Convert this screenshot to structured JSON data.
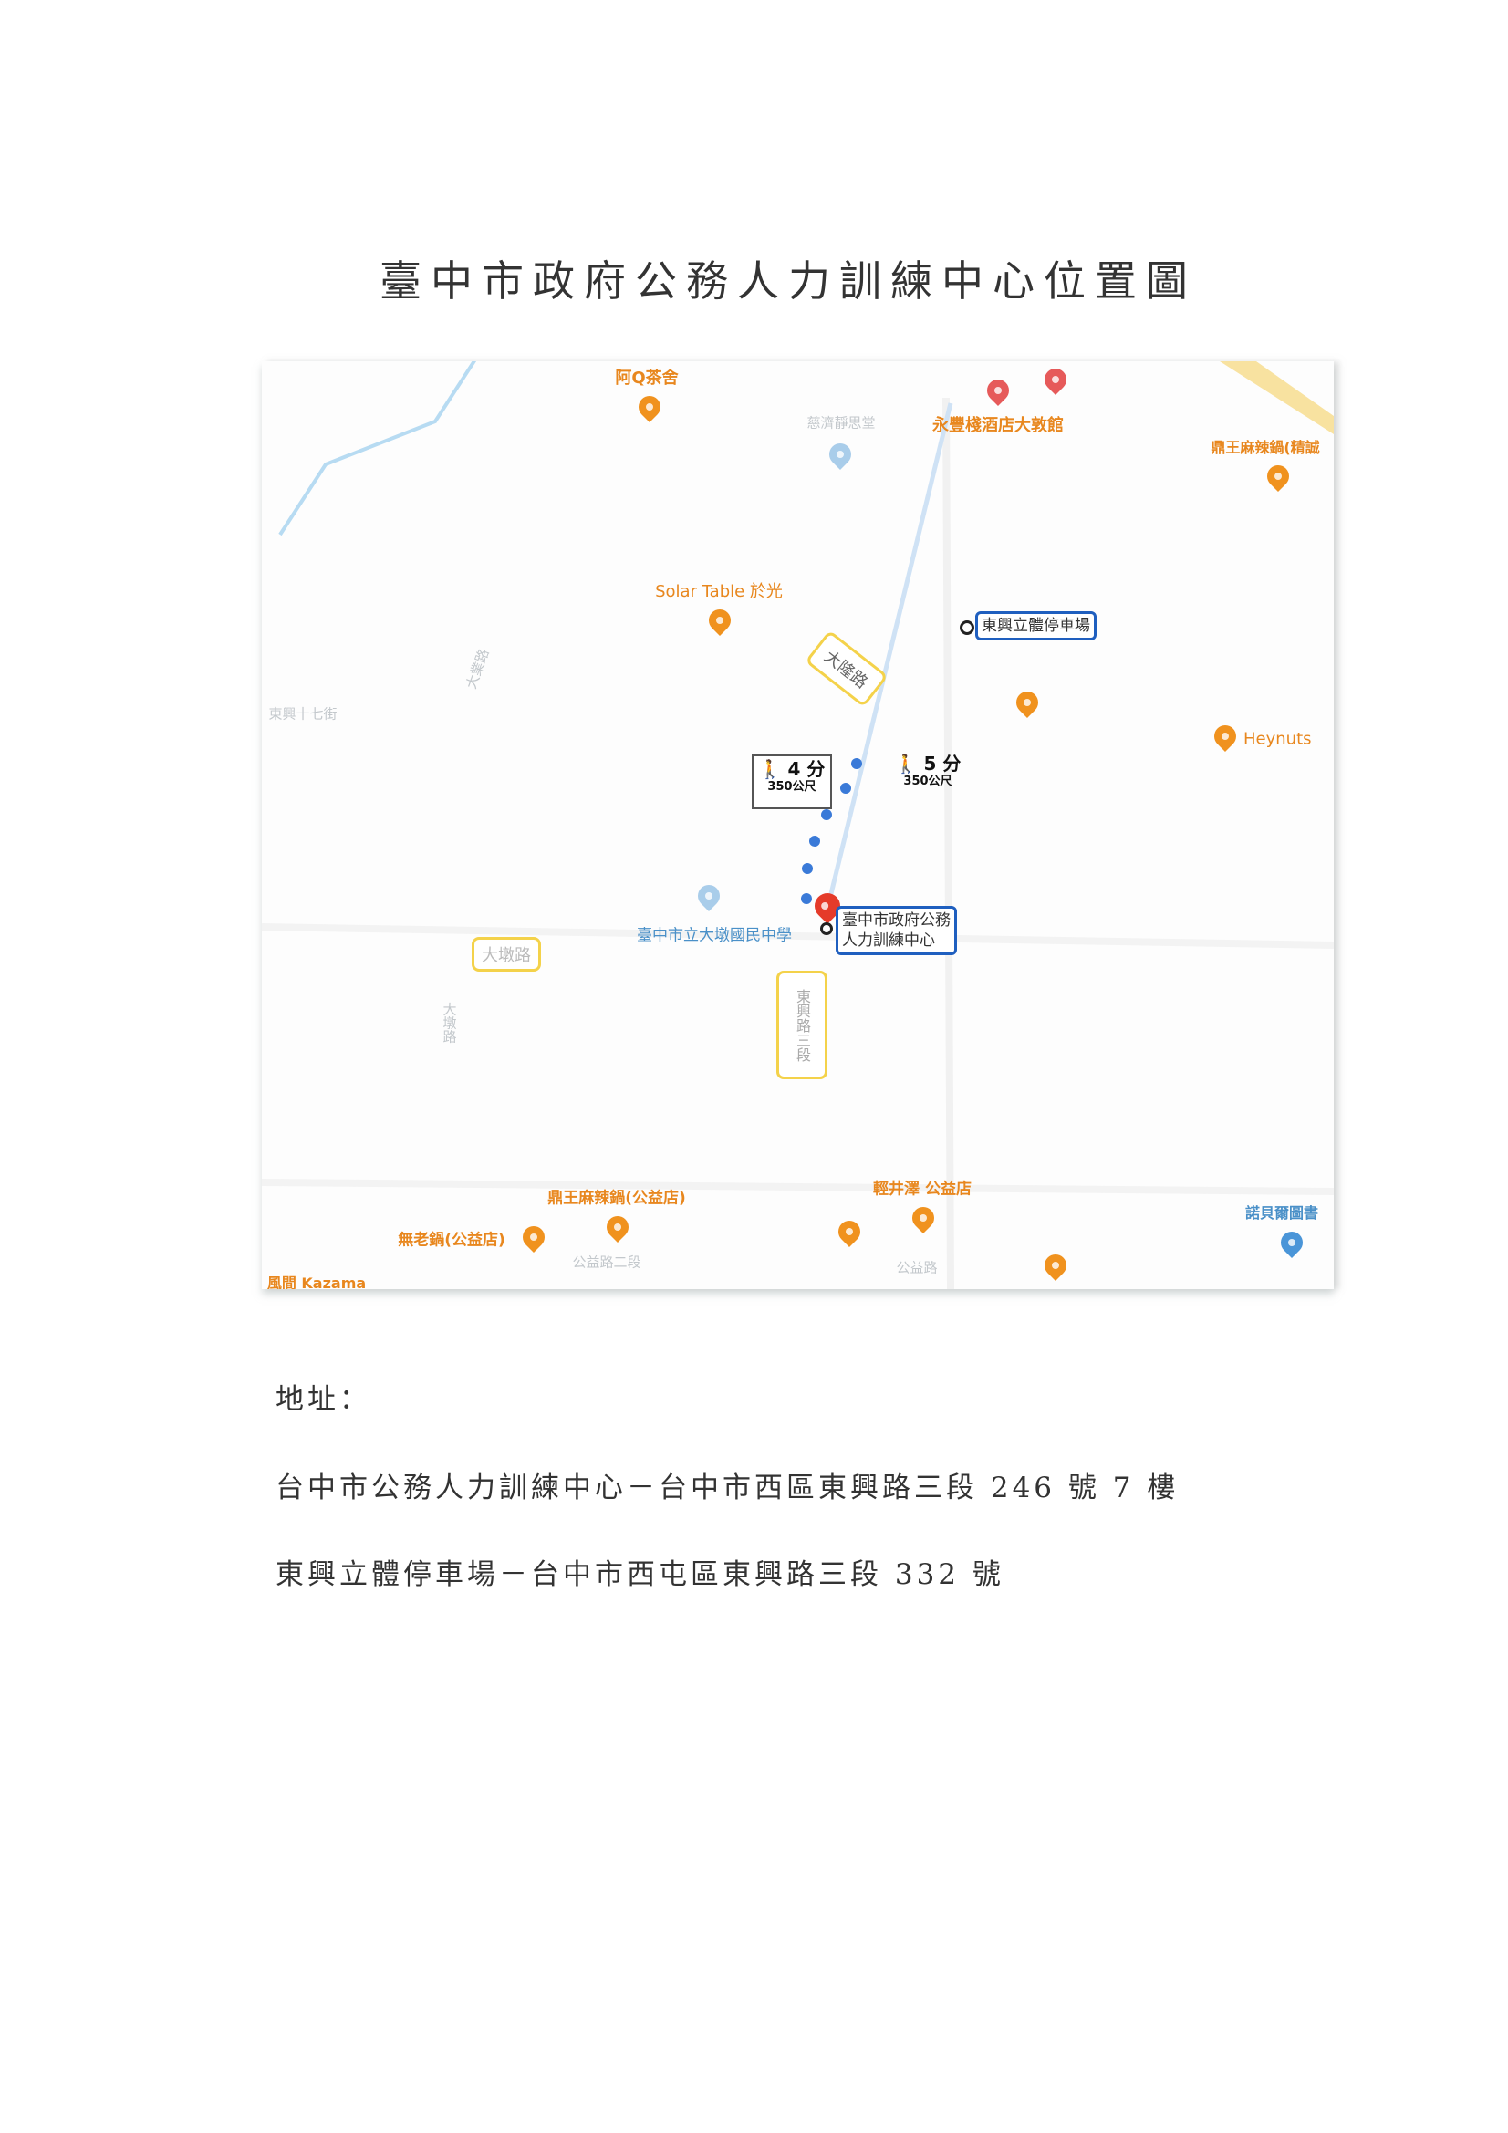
{
  "title": "臺中市政府公務人力訓練中心位置圖",
  "map": {
    "poi": {
      "aq": "阿Q茶舍",
      "jingsi": "慈濟靜思堂",
      "yongfeng": "永豐棧酒店大敦館",
      "dingwang_jc": "鼎王麻辣鍋(精誠",
      "solar": "Solar Table 於光",
      "heynuts": "Heynuts",
      "dadun_school": "臺中市立大墩國民中學",
      "dingwang_gy": "鼎王麻辣鍋(公益店)",
      "wulao": "無老鍋(公益店)",
      "qingjingze": "輕井澤 公益店",
      "nobel": "諾貝爾圖書",
      "kazama": "風間 Kazama"
    },
    "roads": {
      "dalong": "大隆路",
      "dadun": "大墩路",
      "dongxing3": "東興路三段",
      "street17": "東興十七街",
      "daye": "大業路",
      "gongyi": "公益路",
      "gongyi2": "公益路二段"
    },
    "parking_label": "東興立體停車場",
    "center_label_1": "臺中市政府公務",
    "center_label_2": "人力訓練中心",
    "route_a": {
      "time": "4 分",
      "distance": "350公尺"
    },
    "route_b": {
      "time": "5 分",
      "distance": "350公尺"
    }
  },
  "address": {
    "heading": "地址：",
    "line1": "台中市公務人力訓練中心－台中市西區東興路三段 246 號 7 樓",
    "line2": "東興立體停車場－台中市西屯區東興路三段 332 號"
  }
}
